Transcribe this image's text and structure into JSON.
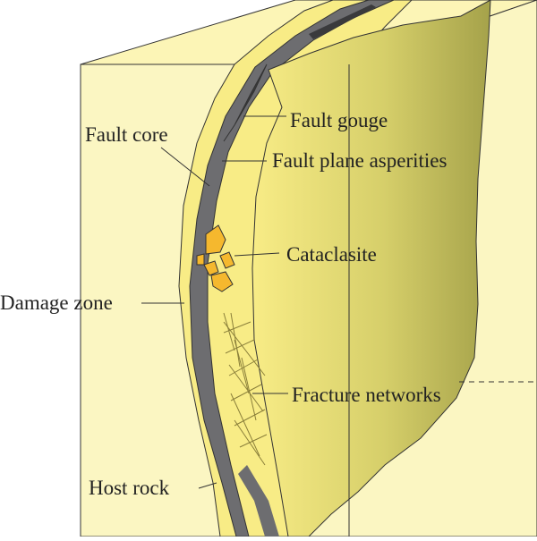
{
  "labels": {
    "fault_gouge": "Fault gouge",
    "fault_core": "Fault core",
    "fault_plane_asperities": "Fault plane asperities",
    "cataclasite": "Cataclasite",
    "damage_zone": "Damage zone",
    "fracture_networks": "Fracture networks",
    "host_rock": "Host rock"
  },
  "colors": {
    "host_rock": "#fbf6c2",
    "host_rock_top": "#fcf5b6",
    "damage_zone": "#f8ec86",
    "fault_core": "#6d6d70",
    "gouge": "#3a3a3c",
    "fault_plane_light": "#f8ec86",
    "fault_plane_dark": "#a5a24a",
    "cataclasite": "#f5b82e",
    "outline": "#333333"
  }
}
